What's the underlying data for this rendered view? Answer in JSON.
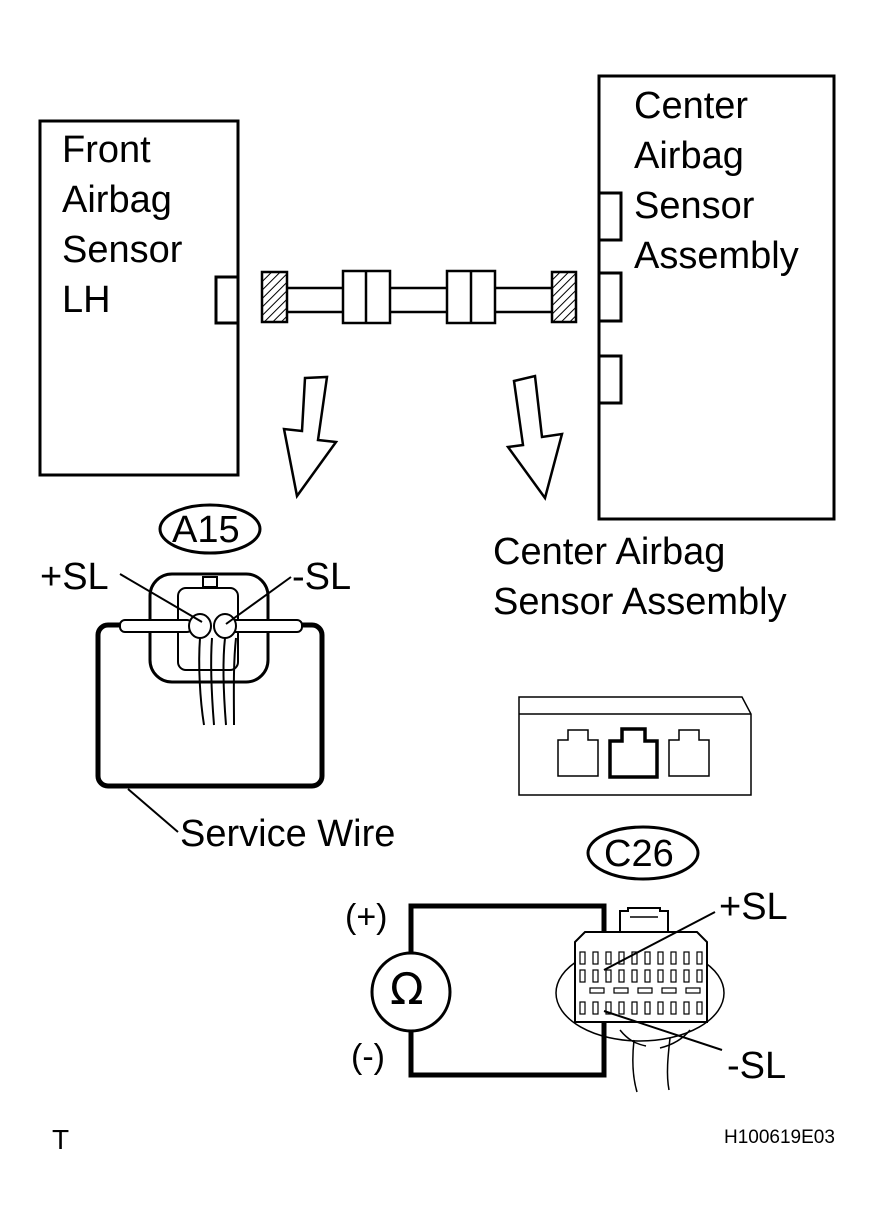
{
  "front_sensor": {
    "lines": [
      "Front",
      "Airbag",
      "Sensor",
      "LH"
    ]
  },
  "center_sensor": {
    "lines": [
      "Center",
      "Airbag",
      "Sensor",
      "Assembly"
    ]
  },
  "center_label": {
    "lines": [
      "Center Airbag",
      "Sensor Assembly"
    ]
  },
  "connector_a": {
    "id": "A15",
    "pos_label": "+SL",
    "neg_label": "-SL"
  },
  "connector_c": {
    "id": "C26",
    "pos_label": "+SL",
    "neg_label": "-SL"
  },
  "service_wire": "Service Wire",
  "meter": {
    "symbol": "Ω",
    "plus": "(+)",
    "minus": "(-)"
  },
  "footer": {
    "left": "T",
    "right": "H100619E03"
  }
}
